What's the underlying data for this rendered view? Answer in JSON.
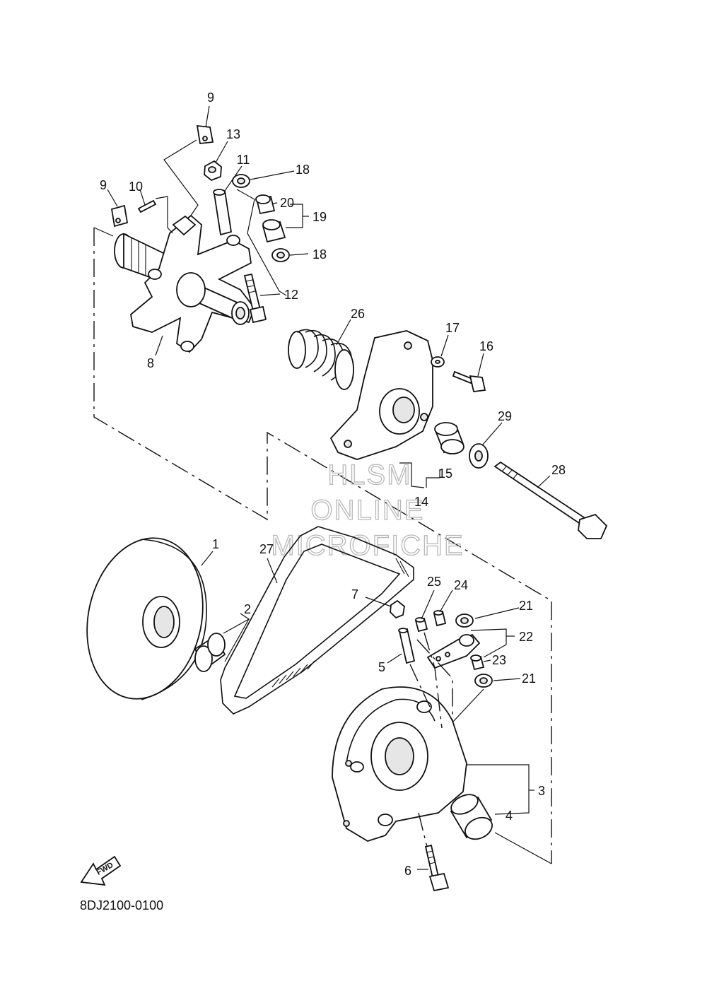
{
  "diagram": {
    "part_code": "8DJ2100-0100",
    "fwd_label": "FWD",
    "watermark": {
      "line1": "HLSM",
      "line2": "ONLINE",
      "line3": "MICROFICHE"
    },
    "callouts": {
      "c1": "1",
      "c2": "2",
      "c3": "3",
      "c4": "4",
      "c5": "5",
      "c6": "6",
      "c7": "7",
      "c8": "8",
      "c9a": "9",
      "c9b": "9",
      "c10": "10",
      "c11": "11",
      "c12": "12",
      "c13": "13",
      "c14": "14",
      "c15": "15",
      "c16": "16",
      "c17": "17",
      "c18a": "18",
      "c18b": "18",
      "c19": "19",
      "c20": "20",
      "c21a": "21",
      "c21b": "21",
      "c22": "22",
      "c23": "23",
      "c24": "24",
      "c25": "25",
      "c26": "26",
      "c27": "27",
      "c28": "28",
      "c29": "29"
    }
  }
}
